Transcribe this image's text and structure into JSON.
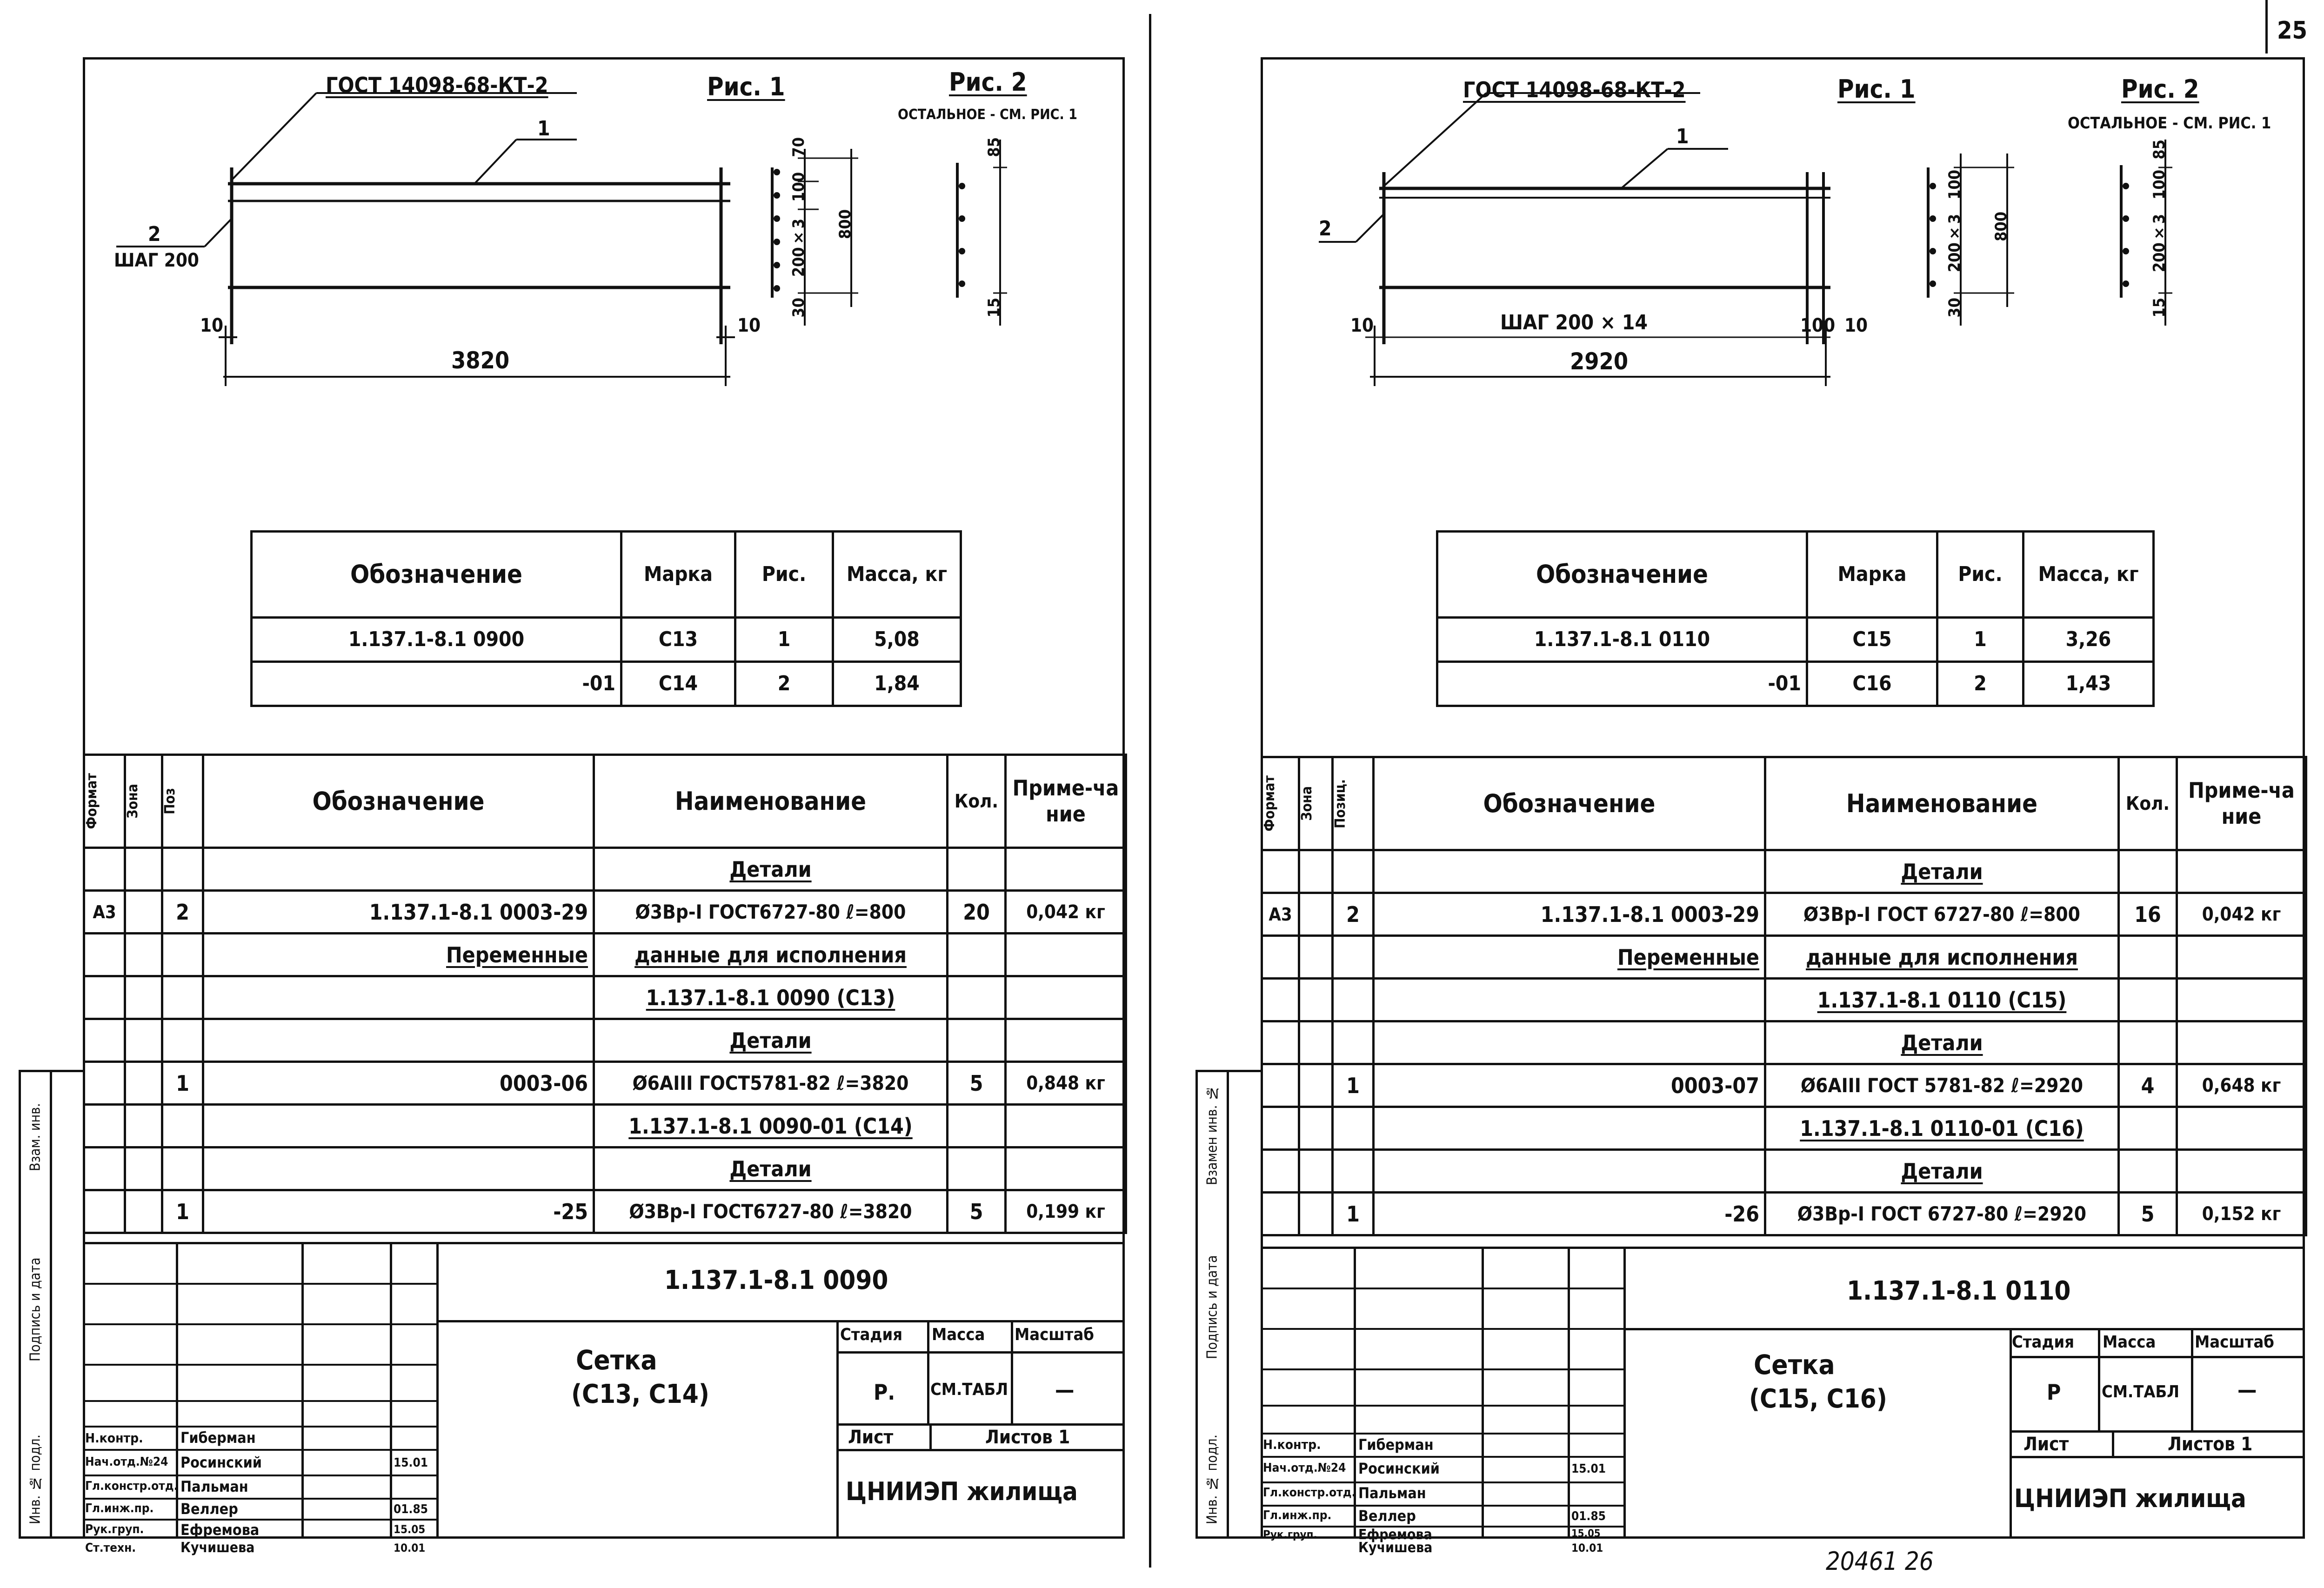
{
  "sheet_number": "25",
  "bottom_stamp": "20461 26",
  "left": {
    "gost_label": "ГОСТ 14098-68-КТ-2",
    "fig1_label": "Рис. 1",
    "fig2_label": "Рис. 2",
    "fig2_note": "ОСТАЛЬНОЕ - СМ. РИС. 1",
    "callout_1": "1",
    "callout_2": "2",
    "step_label": "ШАГ 200",
    "dim_total": "3820",
    "dim_left": "10",
    "dim_right": "10",
    "sec1_dims": [
      "70",
      "100",
      "200×3",
      "800",
      "30"
    ],
    "sec2_dims": [
      "85",
      "15"
    ],
    "table1": {
      "headers": [
        "Обозначение",
        "Марка",
        "Рис.",
        "Масса, кг"
      ],
      "rows": [
        [
          "1.137.1-8.1 0900",
          "С13",
          "1",
          "5,08"
        ],
        [
          "-01",
          "С14",
          "2",
          "1,84"
        ]
      ]
    },
    "spec": {
      "headers": [
        "Формат",
        "Зона",
        "Поз",
        "Обозначение",
        "Наименование",
        "Кол.",
        "Приме-чание"
      ],
      "rows": [
        {
          "type": "section",
          "text": "Детали"
        },
        {
          "type": "item",
          "fmt": "А3",
          "zone": "",
          "pos": "2",
          "desig": "1.137.1-8.1 0003-29",
          "name": "Ø3Вр-I ГОСТ6727-80 ℓ=800",
          "qty": "20",
          "note": "0,042 кг"
        },
        {
          "type": "split",
          "desig": "Переменные",
          "name": "данные для исполнения"
        },
        {
          "type": "variant",
          "text": "1.137.1-8.1 0090 (С13)"
        },
        {
          "type": "section",
          "text": "Детали"
        },
        {
          "type": "item",
          "fmt": "",
          "zone": "",
          "pos": "1",
          "desig": "0003-06",
          "name": "Ø6АIII ГОСТ5781-82 ℓ=3820",
          "qty": "5",
          "note": "0,848 кг"
        },
        {
          "type": "variant",
          "text": "1.137.1-8.1 0090-01 (С14)"
        },
        {
          "type": "section",
          "text": "Детали"
        },
        {
          "type": "item",
          "fmt": "",
          "zone": "",
          "pos": "1",
          "desig": "-25",
          "name": "Ø3Вр-I ГОСТ6727-80 ℓ=3820",
          "qty": "5",
          "note": "0,199 кг"
        }
      ]
    },
    "sidebar": [
      "Инв. № подл.",
      "Подпись и дата",
      "Взам. инв."
    ],
    "title": {
      "code": "1.137.1-8.1 0090",
      "name_line1": "Сетка",
      "name_line2": "(С13, С14)",
      "stage_h": "Стадия",
      "mass_h": "Масса",
      "scale_h": "Масштаб",
      "stage": "Р.",
      "mass": "СМ.ТАБЛ",
      "scale": "—",
      "sheet_h": "Лист",
      "sheets_h": "Листов 1",
      "org": "ЦНИИЭП жилища",
      "people": [
        [
          "Н.контр.",
          "Гиберман",
          "",
          ""
        ],
        [
          "Нач.отд.№24",
          "Росинский",
          "",
          "15.01"
        ],
        [
          "Гл.констр.отд.",
          "Пальман",
          "",
          ""
        ],
        [
          "Гл.инж.пр.",
          "Веллер",
          "",
          "01.85"
        ],
        [
          "Рук.груп.",
          "Ефремова",
          "",
          "15.05"
        ],
        [
          "Ст.техн.",
          "Кучишева",
          "",
          "10.01"
        ]
      ]
    }
  },
  "right": {
    "gost_label": "ГОСТ 14098-68-КТ-2",
    "fig1_label": "Рис. 1",
    "fig2_label": "Рис. 2",
    "fig2_note": "ОСТАЛЬНОЕ - СМ. РИС. 1",
    "callout_1": "1",
    "callout_2": "2",
    "step_label": "ШАГ 200 × 14",
    "dim_total": "2920",
    "dim_left": "10",
    "dim_mid": "100",
    "dim_right": "10",
    "sec1_dims": [
      "100",
      "200×3",
      "800",
      "30"
    ],
    "sec2_dims": [
      "85",
      "100",
      "200×3",
      "15"
    ],
    "table1": {
      "headers": [
        "Обозначение",
        "Марка",
        "Рис.",
        "Масса, кг"
      ],
      "rows": [
        [
          "1.137.1-8.1 0110",
          "С15",
          "1",
          "3,26"
        ],
        [
          "-01",
          "С16",
          "2",
          "1,43"
        ]
      ]
    },
    "spec": {
      "headers": [
        "Формат",
        "Зона",
        "Позиц.",
        "Обозначение",
        "Наименование",
        "Кол.",
        "Приме-чание"
      ],
      "rows": [
        {
          "type": "section",
          "text": "Детали"
        },
        {
          "type": "item",
          "fmt": "А3",
          "zone": "",
          "pos": "2",
          "desig": "1.137.1-8.1 0003-29",
          "name": "Ø3Вр-I ГОСТ 6727-80 ℓ=800",
          "qty": "16",
          "note": "0,042 кг"
        },
        {
          "type": "split",
          "desig": "Переменные",
          "name": "данные для исполнения"
        },
        {
          "type": "variant",
          "text": "1.137.1-8.1 0110 (С15)"
        },
        {
          "type": "section",
          "text": "Детали"
        },
        {
          "type": "item",
          "fmt": "",
          "zone": "",
          "pos": "1",
          "desig": "0003-07",
          "name": "Ø6АIII ГОСТ 5781-82 ℓ=2920",
          "qty": "4",
          "note": "0,648 кг"
        },
        {
          "type": "variant",
          "text": "1.137.1-8.1 0110-01 (С16)"
        },
        {
          "type": "section",
          "text": "Детали"
        },
        {
          "type": "item",
          "fmt": "",
          "zone": "",
          "pos": "1",
          "desig": "-26",
          "name": "Ø3Вр-I ГОСТ 6727-80 ℓ=2920",
          "qty": "5",
          "note": "0,152 кг"
        }
      ]
    },
    "sidebar": [
      "Инв. № подл.",
      "Подпись и дата",
      "Взамен инв. №"
    ],
    "title": {
      "code": "1.137.1-8.1 0110",
      "name_line1": "Сетка",
      "name_line2": "(С15, С16)",
      "stage_h": "Стадия",
      "mass_h": "Масса",
      "scale_h": "Масштаб",
      "stage": "Р",
      "mass": "СМ.ТАБЛ",
      "scale": "—",
      "sheet_h": "Лист",
      "sheets_h": "Листов 1",
      "org": "ЦНИИЭП жилища",
      "people": [
        [
          "Н.контр.",
          "Гиберман",
          "",
          ""
        ],
        [
          "Нач.отд.№24",
          "Росинский",
          "",
          "15.01"
        ],
        [
          "Гл.констр.отд.",
          "Пальман",
          "",
          ""
        ],
        [
          "Гл.инж.пр.",
          "Веллер",
          "",
          "01.85"
        ],
        [
          "Рук.груп.",
          "Ефремова",
          "",
          "15.05"
        ],
        [
          "",
          "Кучишева",
          "",
          "10.01"
        ]
      ]
    }
  }
}
